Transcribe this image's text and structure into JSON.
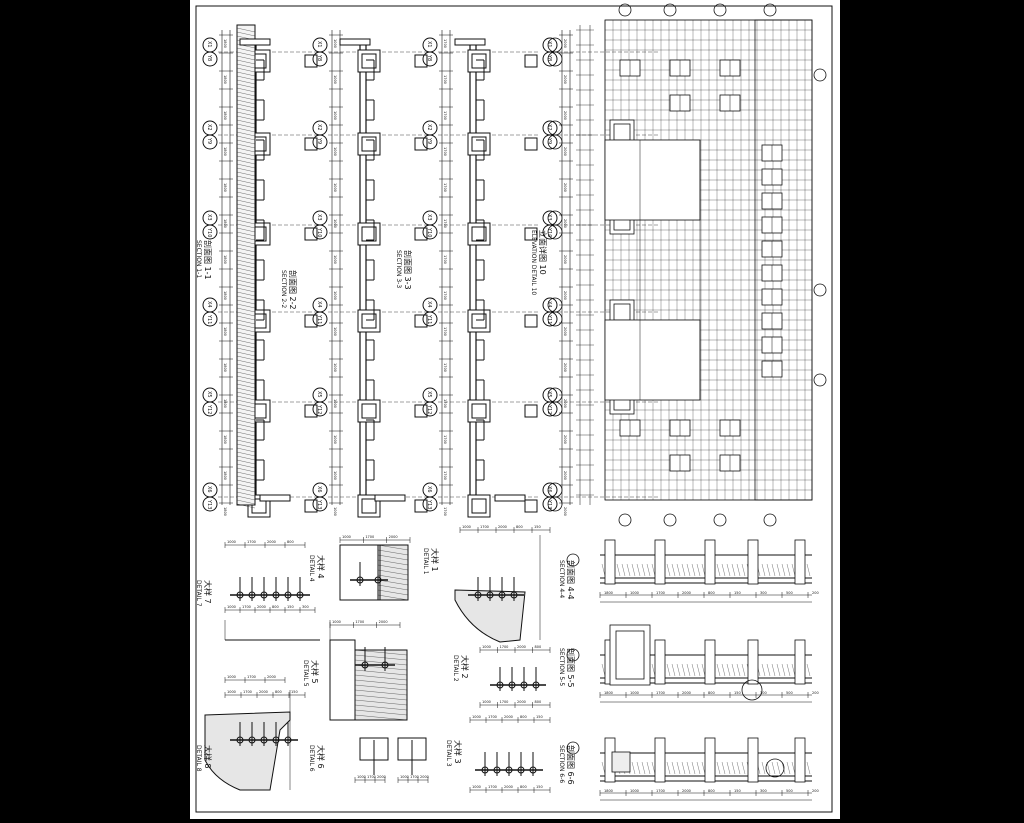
{
  "sheet": {
    "background": "#000000",
    "paper": "#ffffff",
    "line_color": "#111111"
  },
  "plan_sections": [
    {
      "id": "section-2-2",
      "title": "SECTION 2-2",
      "caption": "剖面图 2-2"
    },
    {
      "id": "section-3-3",
      "title": "SECTION 3-3",
      "caption": "剖面图 3-3"
    },
    {
      "id": "elevation-detail-10",
      "title": "ELEVATION DETAIL 10",
      "caption": "立面详图 10"
    }
  ],
  "left_caption": {
    "title": "SECTION 1-1",
    "caption": "剖面图 1-1"
  },
  "grid_labels": [
    "X1",
    "X2",
    "X3",
    "X4",
    "X5",
    "X6"
  ],
  "grid_labels_alt": [
    "Y8",
    "Y9",
    "Y10",
    "Y11",
    "Y12",
    "Y13"
  ],
  "details": [
    {
      "id": "detail-7",
      "title": "DETAIL 7",
      "caption": "大样 7"
    },
    {
      "id": "detail-8",
      "title": "DETAIL 8",
      "caption": "大样 8"
    },
    {
      "id": "detail-4",
      "title": "DETAIL 4",
      "caption": "大样 4"
    },
    {
      "id": "detail-5",
      "title": "DETAIL 5",
      "caption": "大样 5"
    },
    {
      "id": "detail-6",
      "title": "DETAIL 6",
      "caption": "大样 6"
    },
    {
      "id": "detail-1",
      "title": "DETAIL 1",
      "caption": "大样 1"
    },
    {
      "id": "detail-2",
      "title": "DETAIL 2",
      "caption": "大样 2"
    },
    {
      "id": "detail-3",
      "title": "DETAIL 3",
      "caption": "大样 3"
    }
  ],
  "bottom_sections": [
    {
      "id": "section-4-4",
      "title": "SECTION 4-4",
      "caption": "剖面图 4-4"
    },
    {
      "id": "section-5-5",
      "title": "SECTION 5-5",
      "caption": "剖面图 5-5"
    },
    {
      "id": "section-6-6",
      "title": "SECTION 6-6",
      "caption": "剖面图 6-6"
    }
  ],
  "dimension_samples": [
    "1000",
    "1700",
    "2000",
    "800",
    "150",
    "300",
    "500",
    "200",
    "120",
    "600",
    "2100",
    "1800"
  ]
}
